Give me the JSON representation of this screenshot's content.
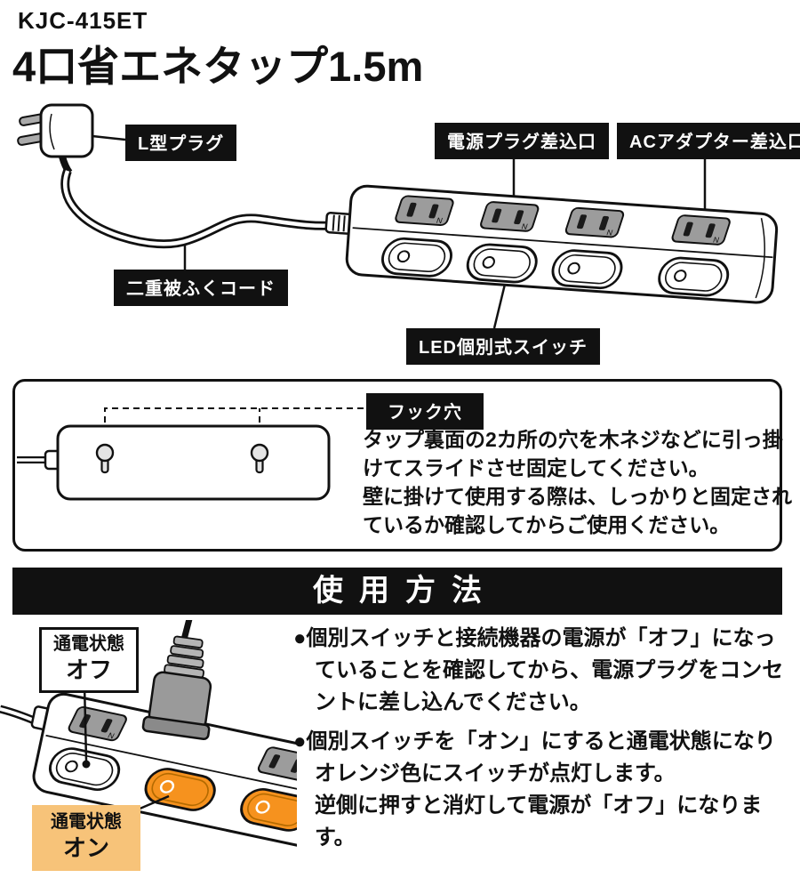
{
  "header": {
    "model": "KJC-415ET",
    "title": "4口省エネタップ1.5m"
  },
  "diagram": {
    "n_mark": "N",
    "labels": {
      "l_plug": "L型プラグ",
      "power_socket": "電源プラグ差込口",
      "ac_adapter_socket": "ACアダプター差込口",
      "double_insulated_cord": "二重被ふくコード",
      "led_switch": "LED個別式スイッチ"
    }
  },
  "hook": {
    "label": "フック穴",
    "text1": "タップ裏面の2カ所の穴を木ネジなどに引っ掛けてスライドさせ固定してください。",
    "text2": "壁に掛けて使用する際は、しっかりと固定されているか確認してからご使用ください。"
  },
  "usage": {
    "banner": "使用方法",
    "status_off_line1": "通電状態",
    "status_off_line2": "オフ",
    "status_on_line1": "通電状態",
    "status_on_line2": "オン",
    "bullet1": "●個別スイッチと接続機器の電源が「オフ」になっていることを確認してから、電源プラグをコンセントに差し込んでください。",
    "bullet2": "●個別スイッチを「オン」にすると通電状態になりオレンジ色にスイッチが点灯します。",
    "bullet2_cont": "逆側に押すと消灯して電源が「オフ」になります。"
  },
  "colors": {
    "label_bg": "#111111",
    "label_text": "#ffffff",
    "switch_on_orange": "#f6921e",
    "status_on_label_bg": "#f7c379",
    "outlet_gray": "#9c9c9c"
  }
}
